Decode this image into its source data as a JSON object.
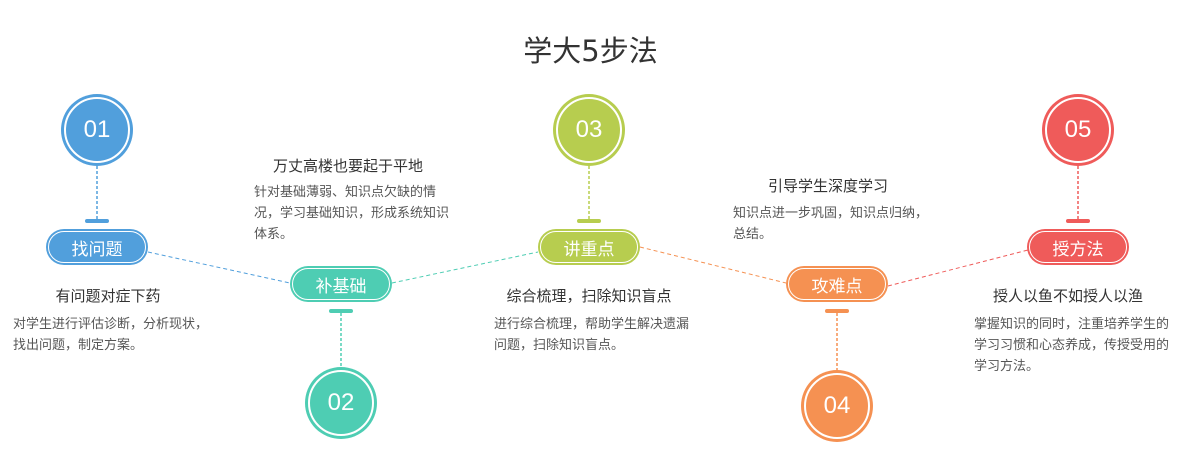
{
  "title": "学大5步法",
  "colors": {
    "blue": "#519fdc",
    "teal": "#4ecdb3",
    "green": "#b7cd4f",
    "orange": "#f59152",
    "red": "#ef5b5a"
  },
  "steps": [
    {
      "number": "01",
      "label": "找问题",
      "heading": "有问题对症下药",
      "description": "对学生进行评估诊断，分析现状，找出问题，制定方案。"
    },
    {
      "number": "02",
      "label": "补基础",
      "heading": "万丈高楼也要起于平地",
      "description": "针对基础薄弱、知识点欠缺的情况，学习基础知识，形成系统知识体系。"
    },
    {
      "number": "03",
      "label": "讲重点",
      "heading": "综合梳理，扫除知识盲点",
      "description": "进行综合梳理，帮助学生解决遗漏问题，扫除知识盲点。"
    },
    {
      "number": "04",
      "label": "攻难点",
      "heading": "引导学生深度学习",
      "description": "知识点进一步巩固，知识点归纳，总结。"
    },
    {
      "number": "05",
      "label": "授方法",
      "heading": "授人以鱼不如授人以渔",
      "description": "掌握知识的同时，注重培养学生的学习习惯和心态养成，传授受用的学习方法。"
    }
  ]
}
